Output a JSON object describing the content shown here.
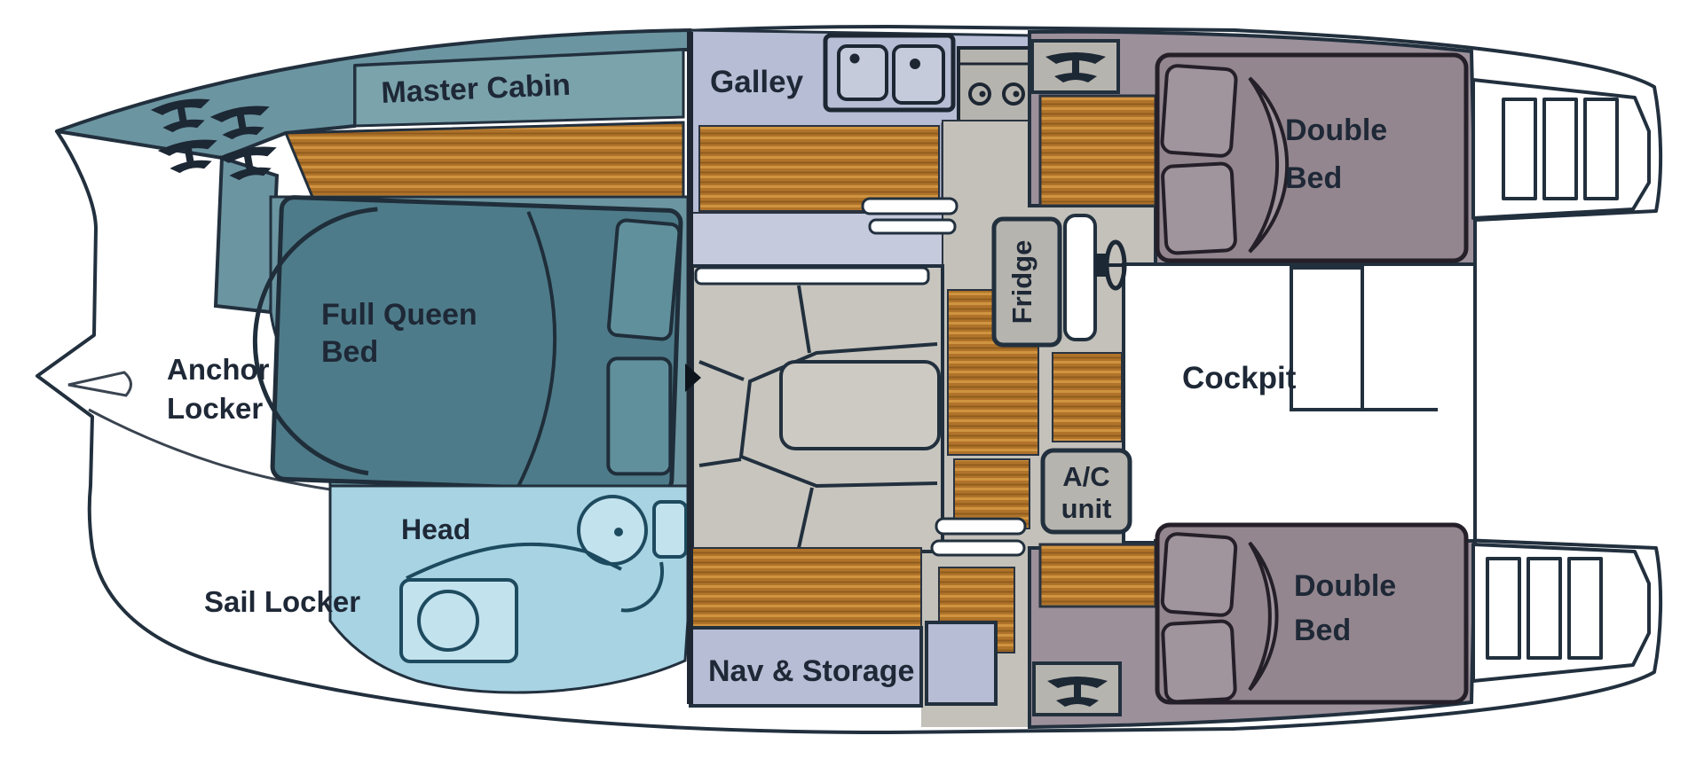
{
  "diagram": {
    "type": "boat-floor-plan",
    "vessel": "catamaran",
    "orientation": "bow-left, stern-right",
    "labels": {
      "anchor_locker": {
        "line1": "Anchor",
        "line2": "Locker"
      },
      "sail_locker": {
        "label": "Sail Locker"
      },
      "master_cabin": {
        "label": "Master Cabin"
      },
      "full_queen_bed": {
        "line1": "Full Queen",
        "line2": "Bed"
      },
      "head": {
        "label": "Head"
      },
      "galley": {
        "label": "Galley"
      },
      "nav_storage": {
        "label": "Nav & Storage"
      },
      "fridge": {
        "label": "Fridge"
      },
      "ac_unit": {
        "line1": "A/C",
        "line2": "unit"
      },
      "cockpit": {
        "label": "Cockpit"
      },
      "double_bed_forward": {
        "line1": "Double",
        "line2": "Bed"
      },
      "double_bed_aft": {
        "line1": "Double",
        "line2": "Bed"
      }
    },
    "colors": {
      "outline": "#22303e",
      "text": "#1e2836",
      "hull_white": "#ffffff",
      "deck_teal": "#6b95a1",
      "band_teal": "#7ba3ac",
      "bed_teal": "#4e7b89",
      "head_blue": "#a7d3e3",
      "galley_lavender": "#b7bdd4",
      "galley_light_band": "#c6cadd",
      "salon_grey": "#c7c5be",
      "walkway_grey": "#c3c1ba",
      "appliance_grey": "#b6b4ae",
      "cabin_mauve": "#9c909a",
      "bed_mauve": "#93868f",
      "wood_brown": "#b0732a",
      "wood_stripe_light": "#d09440",
      "wood_stripe_dark": "#8f5c1e"
    },
    "icons": [
      "cleat-icon",
      "double-sink-icon",
      "stove-burners-icon",
      "round-sink-icon",
      "shower-icon",
      "helm-wheel-icon",
      "bow-sprit-icon",
      "door-swing-marker",
      "transom-steps"
    ]
  }
}
